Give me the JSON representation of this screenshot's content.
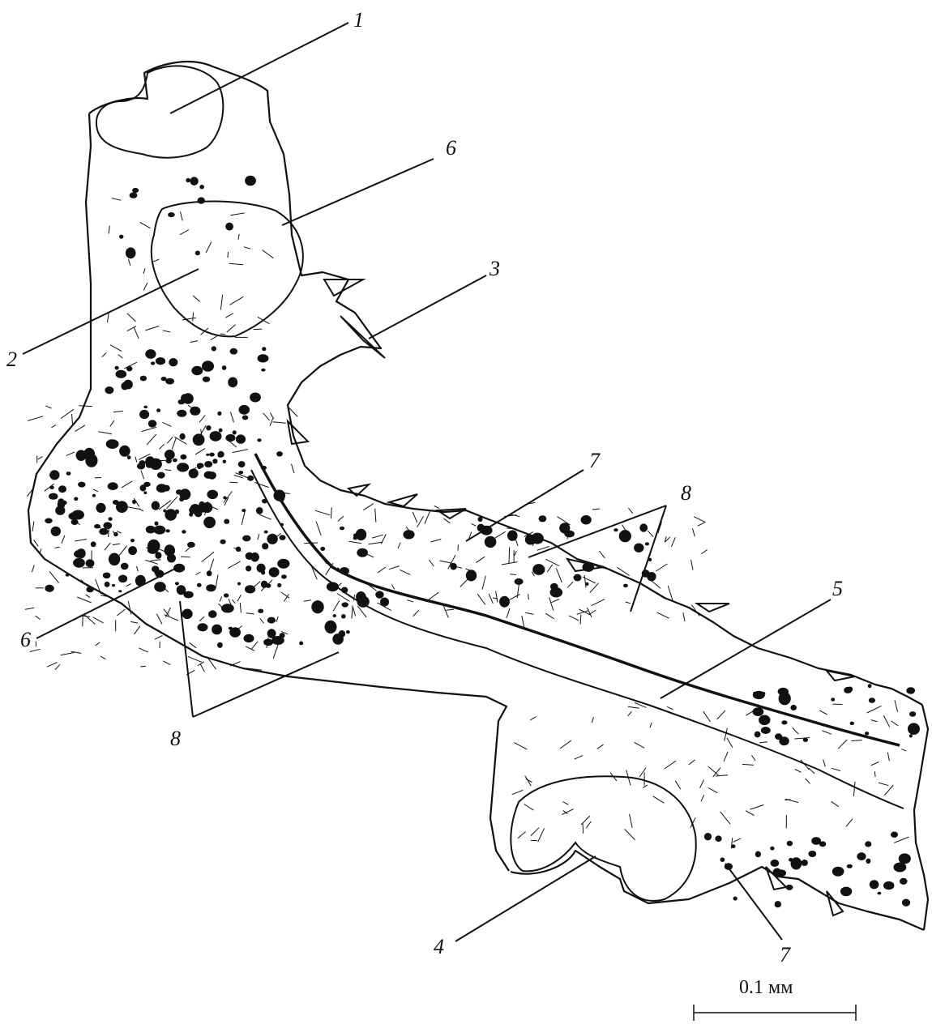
{
  "labels": [
    {
      "id": "1",
      "text": "1"
    },
    {
      "id": "2",
      "text": "2"
    },
    {
      "id": "3",
      "text": "3"
    },
    {
      "id": "4",
      "text": "4"
    },
    {
      "id": "5",
      "text": "5"
    },
    {
      "id": "6a",
      "text": "6"
    },
    {
      "id": "6b",
      "text": "6"
    },
    {
      "id": "7a",
      "text": "7"
    },
    {
      "id": "7b",
      "text": "7"
    },
    {
      "id": "8a",
      "text": "8"
    },
    {
      "id": "8b",
      "text": "8"
    }
  ],
  "scale_bar": {
    "text": "0.1 мм"
  },
  "colors": {
    "ink": "#111111",
    "background": "#ffffff"
  }
}
